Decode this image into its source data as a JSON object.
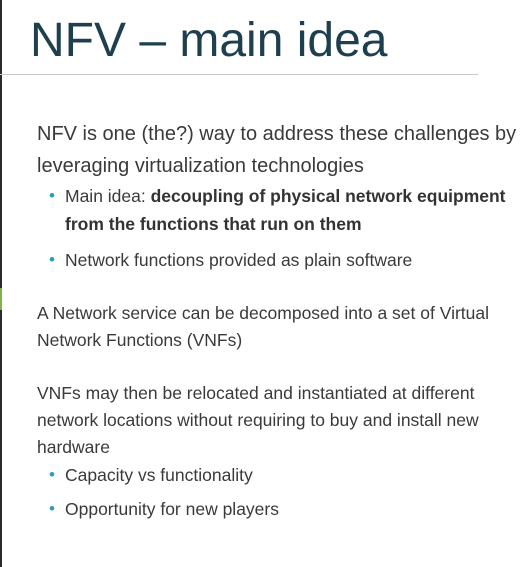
{
  "slide": {
    "title": "NFV – main idea",
    "intro": "NFV is one (the?) way to address these challenges by leveraging  virtualization technologies",
    "bullets_1": [
      {
        "prefix": "Main idea: ",
        "bold": "decoupling of physical network equipment from the  functions that run on them"
      },
      {
        "prefix": "Network functions provided as plain software",
        "bold": ""
      }
    ],
    "para_2": "A Network service can be decomposed into a set of Virtual Network Functions (VNFs)",
    "para_3": "VNFs may then be relocated and instantiated at different network locations without requiring to buy and install new hardware",
    "bullets_3": [
      {
        "text": "Capacity vs functionality"
      },
      {
        "text": "Opportunity for new players"
      }
    ],
    "bullet_glyph": "•",
    "colors": {
      "title": "#1d3f4e",
      "bullet": "#2f9bc4",
      "body": "#3a3a3a"
    }
  }
}
